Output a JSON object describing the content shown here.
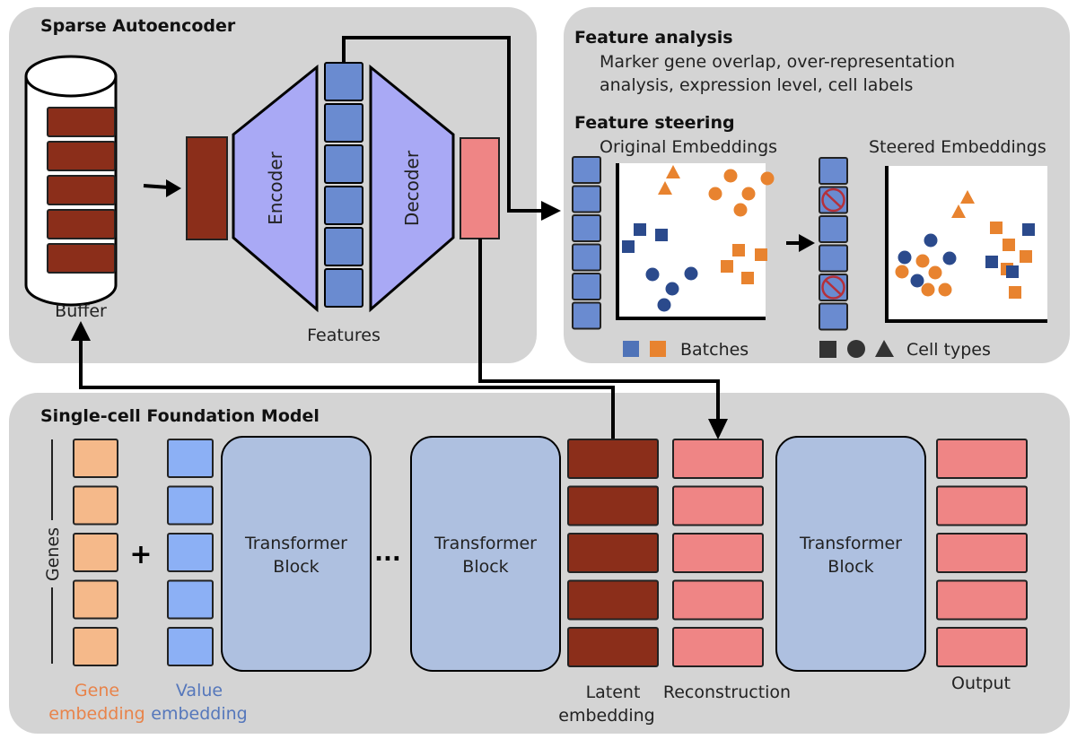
{
  "sae": {
    "title": "Sparse Autoencoder",
    "buffer_label": "Buffer",
    "encoder_label": "Encoder",
    "decoder_label": "Decoder",
    "features_label": "Features"
  },
  "feature_panel": {
    "analysis_title": "Feature analysis",
    "analysis_desc_line1": "Marker gene overlap, over-representation",
    "analysis_desc_line2": "analysis, expression level, cell labels",
    "steering_title": "Feature steering",
    "original_label": "Original Embeddings",
    "steered_label": "Steered Embeddings",
    "legend_batches": "Batches",
    "legend_cell_types": "Cell types"
  },
  "fm": {
    "title": "Single-cell Foundation Model",
    "genes_label": "Genes",
    "plus": "+",
    "ellipsis": "...",
    "transformer_line1": "Transformer",
    "transformer_line2": "Block",
    "gene_emb_line1": "Gene",
    "gene_emb_line2": "embedding",
    "value_emb_line1": "Value",
    "value_emb_line2": "embedding",
    "latent_line1": "Latent",
    "latent_line2": "embedding",
    "reconstruction": "Reconstruction",
    "output": "Output"
  },
  "colors": {
    "panel": "#d4d4d4",
    "latent": "#8b2e1a",
    "reconstruction": "#ef8585",
    "feature": "#6a8bd0",
    "encoder": "#a9a9f5",
    "gene_embedding": "#f5b98a",
    "value_embedding": "#8cb0f5",
    "transformer": "#aec0e0",
    "batch_blue": "#2b4a8c",
    "batch_orange": "#e8832f",
    "gene_text": "#e8834a",
    "value_text": "#5577bb"
  }
}
